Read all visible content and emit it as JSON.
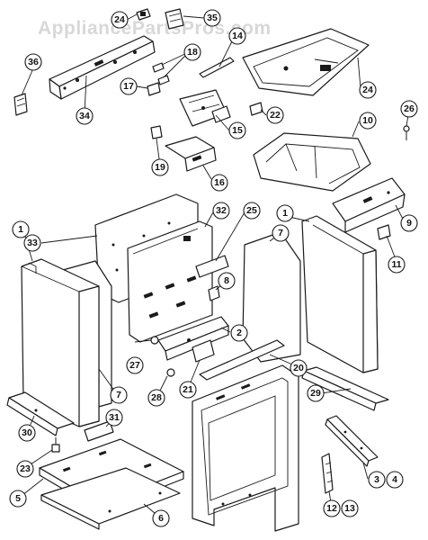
{
  "watermark": "AppliancePartsPros.com",
  "callouts": {
    "c24a": "24",
    "c35": "35",
    "c14": "14",
    "c18": "18",
    "c36": "36",
    "c17": "17",
    "c34": "34",
    "c24b": "24",
    "c22": "22",
    "c26": "26",
    "c15": "15",
    "c10": "10",
    "c19": "19",
    "c16": "16",
    "c9": "9",
    "c11": "11",
    "c1a": "1",
    "c33": "33",
    "c32": "32",
    "c25": "25",
    "c1b": "1",
    "c7a": "7",
    "c8": "8",
    "c2": "2",
    "c27": "27",
    "c7b": "7",
    "c28": "28",
    "c21": "21",
    "c20": "20",
    "c29": "29",
    "c30": "30",
    "c31": "31",
    "c23": "23",
    "c5": "5",
    "c6": "6",
    "c3": "3",
    "c4": "4",
    "c12": "12",
    "c13": "13"
  }
}
